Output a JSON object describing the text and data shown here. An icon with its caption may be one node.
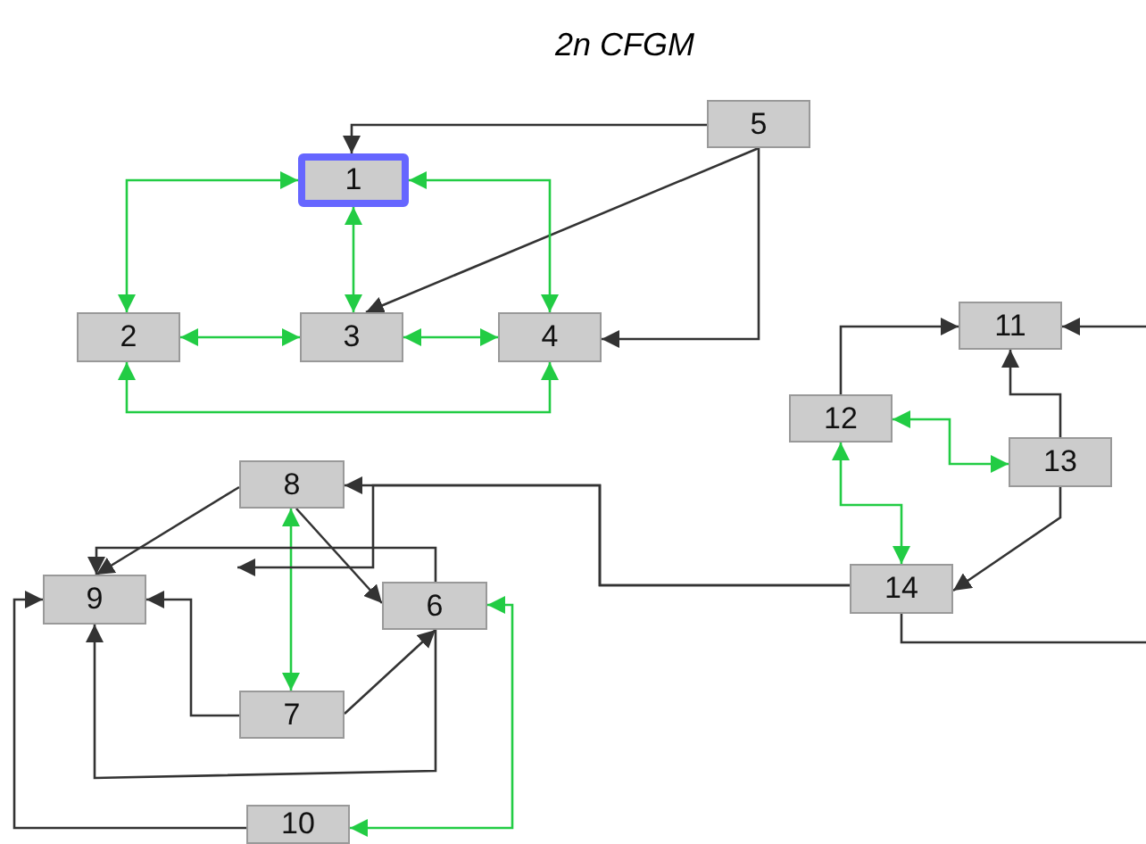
{
  "diagram": {
    "title": "2n CFGM",
    "nodes": [
      {
        "text": [
          "1"
        ]
      },
      {
        "text": [
          "2"
        ]
      },
      {
        "text": [
          "3"
        ]
      },
      {
        "text": [
          "4"
        ]
      },
      {
        "text": [
          "5"
        ]
      },
      {
        "text": [
          "6"
        ]
      },
      {
        "text": [
          "7"
        ]
      },
      {
        "text": [
          "8"
        ]
      },
      {
        "text": [
          "9"
        ]
      },
      {
        "text": [
          "10"
        ]
      },
      {
        "text": [
          "11"
        ]
      },
      {
        "text": [
          "12"
        ]
      },
      {
        "text": [
          "13"
        ]
      },
      {
        "text": [
          "14"
        ]
      }
    ],
    "edges": [
      {
        "from": 4,
        "to": 0,
        "arrow": "to"
      },
      {
        "from": 4,
        "to": 2,
        "arrow": "to"
      },
      {
        "from": 4,
        "to": 3,
        "arrow": "to"
      },
      {
        "from": 0,
        "to": 1,
        "arrow": "both",
        "color": "#22cc44"
      },
      {
        "from": 0,
        "to": 2,
        "arrow": "both",
        "color": "#22cc44"
      },
      {
        "from": 0,
        "to": 3,
        "arrow": "both",
        "color": "#22cc44"
      },
      {
        "from": 1,
        "to": 2,
        "arrow": "both",
        "color": "#22cc44"
      },
      {
        "from": 2,
        "to": 3,
        "arrow": "both",
        "color": "#22cc44"
      },
      {
        "from": 1,
        "to": 3,
        "arrow": "both",
        "color": "#22cc44"
      },
      {
        "from": 7,
        "to": 8,
        "arrow": "to"
      },
      {
        "from": 7,
        "to": 5,
        "arrow": "to"
      },
      {
        "from": 7,
        "to": 6,
        "arrow": "both",
        "color": "#22cc44"
      },
      {
        "from": 6,
        "to": 8,
        "arrow": "to"
      },
      {
        "from": 6,
        "to": 5,
        "arrow": "to"
      },
      {
        "from": 5,
        "to": 8,
        "arrow": "to"
      },
      {
        "from": 5,
        "to": 8,
        "arrow": "to"
      },
      {
        "from": 13,
        "to": 7,
        "arrow": "to"
      },
      {
        "from": 13,
        "to": null,
        "arrow": "to"
      },
      {
        "from": 5,
        "to": 9,
        "arrow": "both",
        "color": "#22cc44"
      },
      {
        "from": 9,
        "to": 8,
        "arrow": "to"
      },
      {
        "from": 11,
        "to": 10,
        "arrow": "to"
      },
      {
        "from": 12,
        "to": 10,
        "arrow": "to"
      },
      {
        "from": 11,
        "to": 12,
        "arrow": "both",
        "color": "#22cc44"
      },
      {
        "from": 11,
        "to": 13,
        "arrow": "both",
        "color": "#22cc44"
      },
      {
        "from": 12,
        "to": 13,
        "arrow": "to"
      },
      {
        "from": null,
        "to": 10,
        "arrow": "to"
      },
      {
        "from": 13,
        "to": null,
        "arrow": "none"
      }
    ]
  }
}
